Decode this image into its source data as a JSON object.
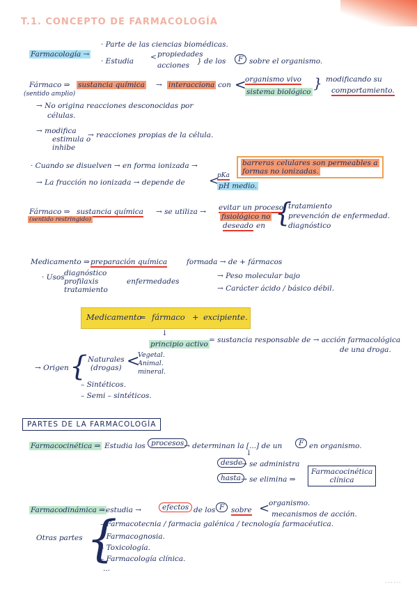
{
  "title": "T.1. CONCEPTO DE FARMACOLOGÍA",
  "farmacologia": {
    "term": "Farmacología →",
    "line1": "· Parte de las ciencias biomédicas.",
    "line2a": "· Estudia",
    "prop": "propiedades",
    "acc": "acciones",
    "line2b": "} de los",
    "f": "F",
    "line2c": "sobre el organismo."
  },
  "farmaco1": {
    "term": "Fármaco ⇒",
    "sustancia": "sustancia química",
    "arrow": "→",
    "interacciona": "interacciona",
    "con": "con",
    "org": "organismo vivo",
    "sist": "sistema biológico",
    "mod": "modificando su",
    "comp": "comportamiento.",
    "sentido": "(sentido amplio)",
    "no_origina": "→ No origina reacciones desconocidas por",
    "celulas": "células.",
    "modifica": "→ modifica",
    "estimula": "estimula o",
    "inhibe": "inhibe",
    "reacciones": "→ reacciones propias de la célula.",
    "cuando": "· Cuando se disuelven → en forma ionizada →",
    "barreras": "barreras celulares son permeables a",
    "formas": "formas no ionizadas.",
    "fraccion": "→ La fracción no ionizada → depende de",
    "pka": "pKa",
    "ph": "pH medio."
  },
  "farmaco2": {
    "term": "Fármaco ⇒",
    "sustancia": "sustancia química",
    "utiliza": "→ se utiliza →",
    "evitar": "evitar un proceso",
    "fisio": "fisiológico no",
    "deseado": "deseado",
    "en": "en",
    "sentido": "(sentido restringido)",
    "opts": [
      "tratamiento",
      "prevención de enfermedad.",
      "diagnóstico"
    ]
  },
  "medicamento": {
    "term": "Medicamento ⇒",
    "prep": "preparación química",
    "formada": "formada → de + fármacos",
    "usos": "· Usos",
    "uso_list": [
      "diagnóstico",
      "profilaxis",
      "tratamiento"
    ],
    "enf": "enfermedades",
    "peso": "→ Peso molecular bajo",
    "caracter": "→ Carácter ácido / básico débil."
  },
  "formula": {
    "med": "Medicamento",
    "eq": "=",
    "farm": "fármaco",
    "plus": "+",
    "excip": "excipiente."
  },
  "principio": {
    "pa": "principio activo",
    "eq": "= sustancia responsable de → acción farmacológica",
    "droga": "de una droga."
  },
  "origen": {
    "term": "→ Origen",
    "naturales": "Naturales",
    "drogas": "(drogas)",
    "types": [
      "Vegetal.",
      "Animal.",
      "mineral."
    ],
    "sint": "– Sintéticos.",
    "semi": "– Semi – sintéticos."
  },
  "partes": {
    "header": "PARTES DE LA FARMACOLOGÍA",
    "fc_term": "Farmacocinética ⇒",
    "fc_estudia": "Estudia los",
    "procesos": "procesos",
    "fc_rest": "→ determinan la [...] de un",
    "fc_end": "en organismo.",
    "desde": "desde",
    "admin": "→ se administra",
    "hasta": "hasta",
    "elimina": "→ se elimina ⇒",
    "fcc1": "Farmacocinética",
    "fcc2": "clínica",
    "fd_term": "Farmacodinámica ⇒",
    "fd_estudia": "estudia →",
    "efectos": "efectos",
    "fd_rest": "de los",
    "fd_sobre": "sobre",
    "fd_org": "organismo.",
    "fd_mec": "mecanismos de acción.",
    "otras": "Otras partes",
    "otras_list": [
      "– Farmacotecnia / farmacia galénica / tecnología farmacéutica.",
      "– Farmacognosia.",
      "– Toxicología.",
      "– Farmacología clínica.",
      "..."
    ]
  },
  "footer": "· · · · · ·"
}
